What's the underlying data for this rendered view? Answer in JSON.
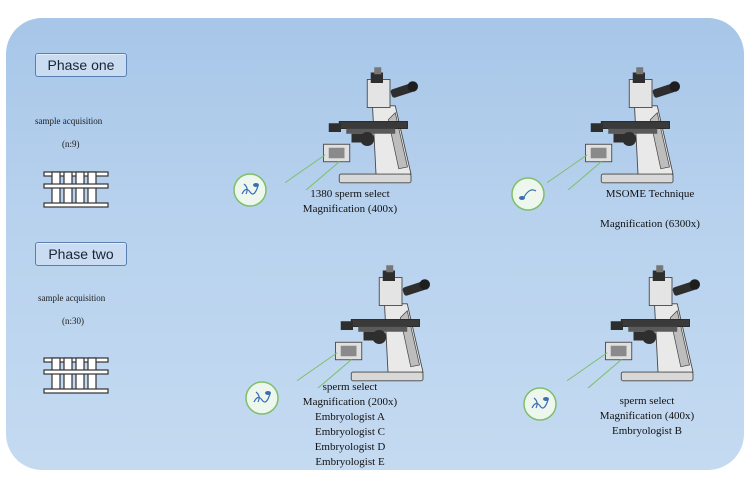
{
  "phase_one": {
    "title": "Phase one",
    "sample_label": "sample acquisition",
    "count_label": "(n:9)",
    "scope_left": {
      "lines": [
        "1380 sperm select",
        "Magnification  (400x)"
      ]
    },
    "scope_right": {
      "lines": [
        "MSOME Technique",
        "",
        "Magnification  (6300x)"
      ]
    }
  },
  "phase_two": {
    "title": "Phase two",
    "sample_label": "sample acquisition",
    "count_label": "(n:30)",
    "scope_left": {
      "lines": [
        "sperm select",
        "Magnification  (200x)",
        "Embryologist A",
        "Embryologist C",
        "Embryologist D",
        "Embryologist E"
      ]
    },
    "scope_right": {
      "lines": [
        "sperm select",
        "Magnification  (400x)",
        "Embryologist B"
      ]
    }
  },
  "colors": {
    "panel_top": "#a7c6e8",
    "panel_bottom": "#c4daf1",
    "phase_button_fill": "#c9dcf2",
    "phase_button_border": "#5b7fb1",
    "light_cone": "#7fbf6a",
    "sample_circle_fill": "#eef7ee",
    "microscope_body": "#e8e8e8",
    "microscope_dark": "#2e2e2e"
  },
  "icons": [
    "test-tube-rack-icon",
    "microscope-icon",
    "sperm-sample-icon"
  ]
}
